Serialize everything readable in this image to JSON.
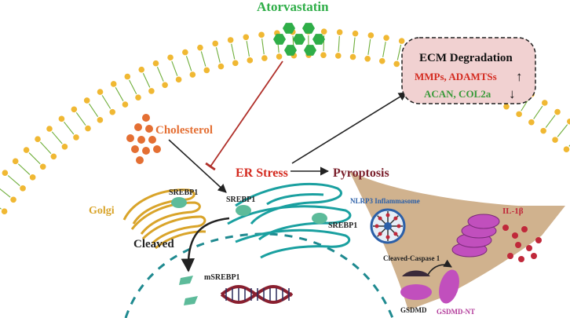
{
  "labels": {
    "atorvastatin": "Atorvastatin",
    "cholesterol": "Cholesterol",
    "er_stress": "ER Stress",
    "pyroptosis": "Pyroptosis",
    "golgi": "Golgi",
    "srebp1_golgi": "SREBP1",
    "srebp1_er_top": "SREBP1",
    "srebp1_er_right": "SREBP1",
    "cleaved": "Cleaved",
    "msrebp1": "mSREBP1",
    "nlrp3": "NLRP3 Inflammasome",
    "cleaved_caspase": "Cleaved-Caspase 1",
    "gsdmd": "GSDMD",
    "gsdmd_nt": "GSDMD-NT",
    "il1b": "IL-1β"
  },
  "ecm_box": {
    "title": "ECM Degradation",
    "line1": "MMPs, ADAMTSs",
    "line1_arrow": "↑",
    "line2": "ACAN, COL2a",
    "line2_arrow": "↓"
  },
  "colors": {
    "membrane_head": "#f0b833",
    "membrane_tail": "#6fae3a",
    "atorvastatin": "#2fae48",
    "cholesterol": "#e46f33",
    "er_stress": "#d42a1f",
    "pyroptosis": "#7a1f2b",
    "golgi": "#d9a42a",
    "er": "#1aa0a0",
    "srebp1_shape": "#5dbb9a",
    "inflammasome": "#2b5fa8",
    "cell_region": "#c8a57a",
    "gsdmd": "#c14fbd",
    "il1b": "#c0283a",
    "ecm_fill": "#f1d1d1",
    "ecm_title": "#111111",
    "ecm_up": "#d42a1f",
    "ecm_down": "#3a9a3a"
  }
}
